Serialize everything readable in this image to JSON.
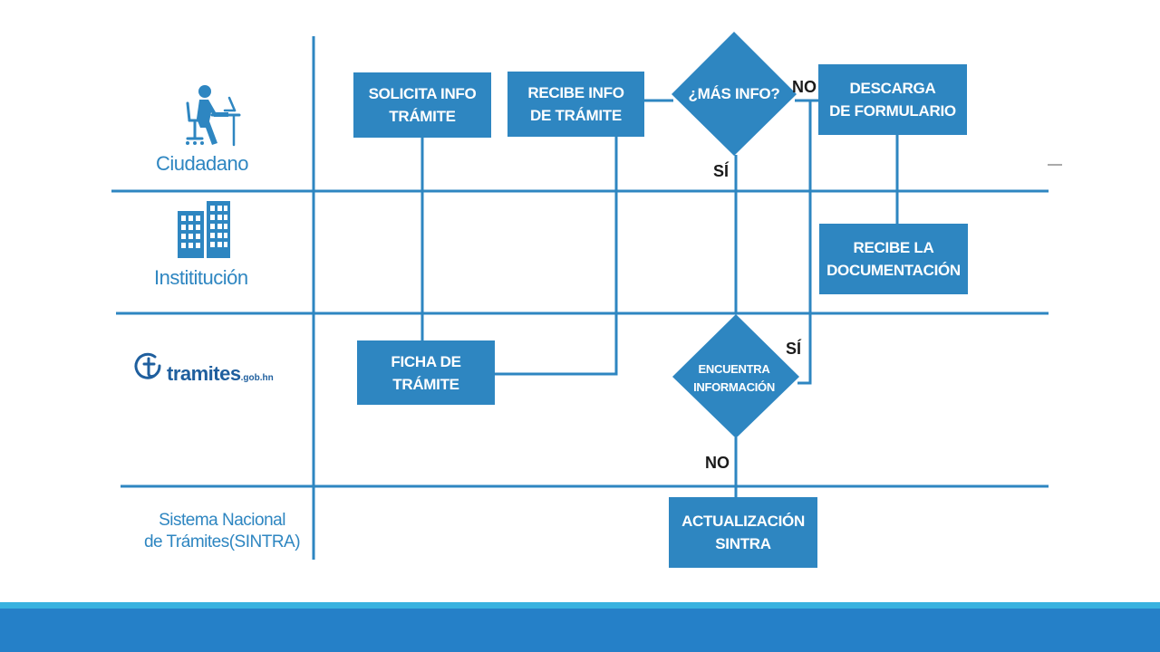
{
  "lanes": {
    "ciudadano": "Ciudadano",
    "institucion": "Instititución",
    "tramites_logo": {
      "main": "tramites",
      "suffix": ".gob.hn"
    },
    "sintra": "Sistema Nacional\nde Trámites(SINTRA)"
  },
  "boxes": {
    "solicita": "SOLICITA INFO\nTRÁMITE",
    "recibe_info": "RECIBE INFO\nDE TRÁMITE",
    "descarga": "DESCARGA\nDE FORMULARIO",
    "recibe_doc": "RECIBE LA\nDOCUMENTACIÓN",
    "ficha": "FICHA DE\nTRÁMITE",
    "actualizacion": "ACTUALIZACIÓN\nSINTRA"
  },
  "decisions": {
    "mas_info": "¿MÁS INFO?",
    "encuentra": "ENCUENTRA\nINFORMACIÓN"
  },
  "edge_labels": {
    "no_top": "NO",
    "si_top": "SÍ",
    "si_bottom": "SÍ",
    "no_bottom": "NO"
  },
  "colors": {
    "primary": "#2e86c1",
    "footer": "#2580c8",
    "footer_accent": "#38b2e0"
  }
}
